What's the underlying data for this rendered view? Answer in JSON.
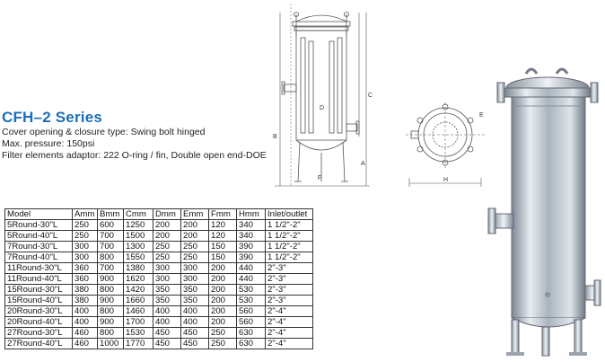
{
  "product": {
    "title": "CFH–2 Series",
    "specs": [
      "Cover opening & closure type: Swing bolt hinged",
      "Max. pressure: 150psi",
      "Filter elements adaptor: 222 O-ring / fin, Double open end-DOE"
    ]
  },
  "table": {
    "headers": [
      "Model",
      "Amm",
      "Bmm",
      "Cmm",
      "Dmm",
      "Emm",
      "Fmm",
      "Hmm",
      "Inlet/outlet"
    ],
    "rows": [
      [
        "5Round-30\"L",
        "250",
        "600",
        "1250",
        "200",
        "200",
        "120",
        "340",
        "1 1/2\"-2\""
      ],
      [
        "5Round-40\"L",
        "250",
        "700",
        "1500",
        "200",
        "200",
        "120",
        "340",
        "1 1/2\"-2\""
      ],
      [
        "7Round-30\"L",
        "300",
        "700",
        "1300",
        "250",
        "250",
        "150",
        "390",
        "1 1/2\"-2\""
      ],
      [
        "7Round-40\"L",
        "300",
        "800",
        "1550",
        "250",
        "250",
        "150",
        "390",
        "1 1/2\"-2\""
      ],
      [
        "11Round-30\"L",
        "360",
        "700",
        "1380",
        "300",
        "300",
        "200",
        "440",
        "2\"-3\""
      ],
      [
        "11Round-40\"L",
        "360",
        "900",
        "1620",
        "300",
        "300",
        "200",
        "440",
        "2\"-3\""
      ],
      [
        "15Round-30\"L",
        "380",
        "800",
        "1420",
        "350",
        "350",
        "200",
        "530",
        "2\"-3\""
      ],
      [
        "15Round-40\"L",
        "380",
        "900",
        "1660",
        "350",
        "350",
        "200",
        "530",
        "2\"-3\""
      ],
      [
        "20Round-30\"L",
        "400",
        "800",
        "1460",
        "400",
        "400",
        "200",
        "560",
        "2\"-4\""
      ],
      [
        "20Round-40\"L",
        "400",
        "900",
        "1700",
        "400",
        "400",
        "200",
        "560",
        "2\"-4\""
      ],
      [
        "27Round-30\"L",
        "460",
        "800",
        "1530",
        "450",
        "450",
        "250",
        "630",
        "2\"-4\""
      ],
      [
        "27Round-40\"L",
        "460",
        "1000",
        "1770",
        "450",
        "450",
        "250",
        "630",
        "2\"-4\""
      ]
    ]
  },
  "drawing": {
    "side_labels": [
      "B",
      "C",
      "D",
      "A",
      "F"
    ],
    "top_labels": [
      "E",
      "H"
    ]
  },
  "colors": {
    "title": "#1b6fb8",
    "steel": "#b9c3cc"
  }
}
